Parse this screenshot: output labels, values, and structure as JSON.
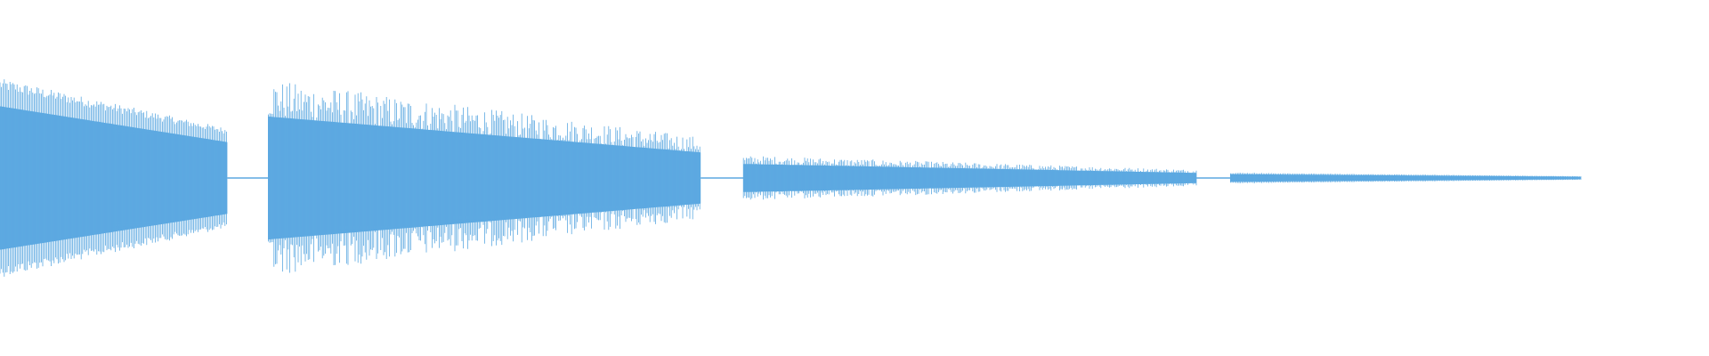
{
  "waveform": {
    "color": "#5DA9E1",
    "background": "#FFFFFF",
    "segments": [
      {
        "name": "segment-1",
        "start": 0.0,
        "end": 0.133,
        "amp_start": 0.56,
        "amp_end": 0.28,
        "texture": "dense"
      },
      {
        "name": "gap-1",
        "start": 0.133,
        "end": 0.157,
        "amp_start": 0.01,
        "amp_end": 0.01,
        "texture": "flat"
      },
      {
        "name": "segment-2",
        "start": 0.157,
        "end": 0.41,
        "amp_start": 0.48,
        "amp_end": 0.2,
        "texture": "spiky"
      },
      {
        "name": "gap-2",
        "start": 0.41,
        "end": 0.435,
        "amp_start": 0.02,
        "amp_end": 0.02,
        "texture": "flat"
      },
      {
        "name": "segment-3",
        "start": 0.435,
        "end": 0.7,
        "amp_start": 0.11,
        "amp_end": 0.04,
        "texture": "spiky"
      },
      {
        "name": "gap-3",
        "start": 0.7,
        "end": 0.72,
        "amp_start": 0.01,
        "amp_end": 0.01,
        "texture": "flat"
      },
      {
        "name": "segment-4",
        "start": 0.72,
        "end": 0.925,
        "amp_start": 0.03,
        "amp_end": 0.01,
        "texture": "dense"
      }
    ]
  }
}
